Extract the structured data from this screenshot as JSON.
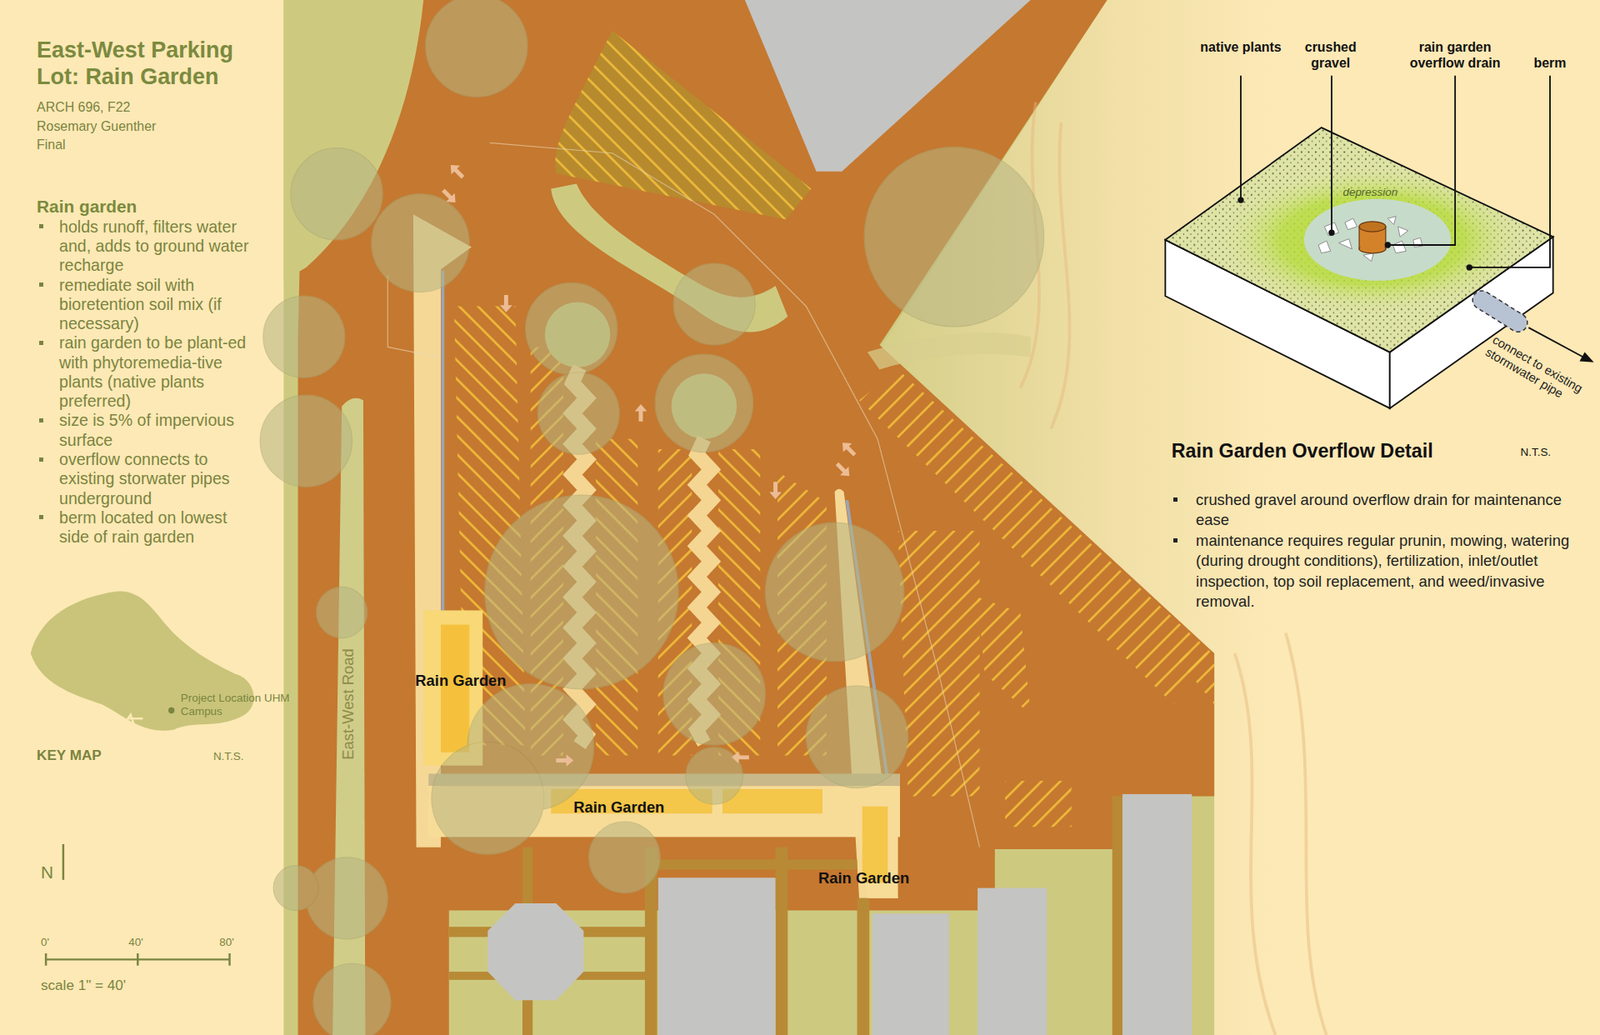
{
  "diagram": {
    "title": "East-West Parking Lot: Rain Garden",
    "labels": [
      "ARCH 696, F22",
      "Rosemary Guenther",
      "Final",
      "Rain garden",
      "holds runoff, filters water and, adds to ground water recharge",
      "remediate soil with bioretention soil mix (if necessary)",
      "rain garden to be plant-ed with phytoremedia-tive plants (native plants preferred)",
      "size is 5% of impervious surface",
      "overflow connects to existing storwater pipes underground",
      "berm located on lowest side of rain garden",
      "Project Location UHM Campus",
      "KEY MAP",
      "N.T.S.",
      "N",
      "0'",
      "40'",
      "80'",
      "scale 1\" = 40'",
      "East-West Road",
      "Rain Garden",
      "Rain Garden",
      "Rain Garden",
      "native plants",
      "crushed gravel",
      "rain garden overflow drain",
      "berm",
      "depression",
      "connect to existing stormwater pipe",
      "Rain Garden Overflow Detail",
      "N.T.S.",
      "crushed gravel around overflow drain for maintenance ease",
      "maintenance requires regular prunin, mowing, watering (during drought conditions), fertilization, inlet/outlet inspection, top soil replacement, and weed/invasive removal."
    ]
  }
}
